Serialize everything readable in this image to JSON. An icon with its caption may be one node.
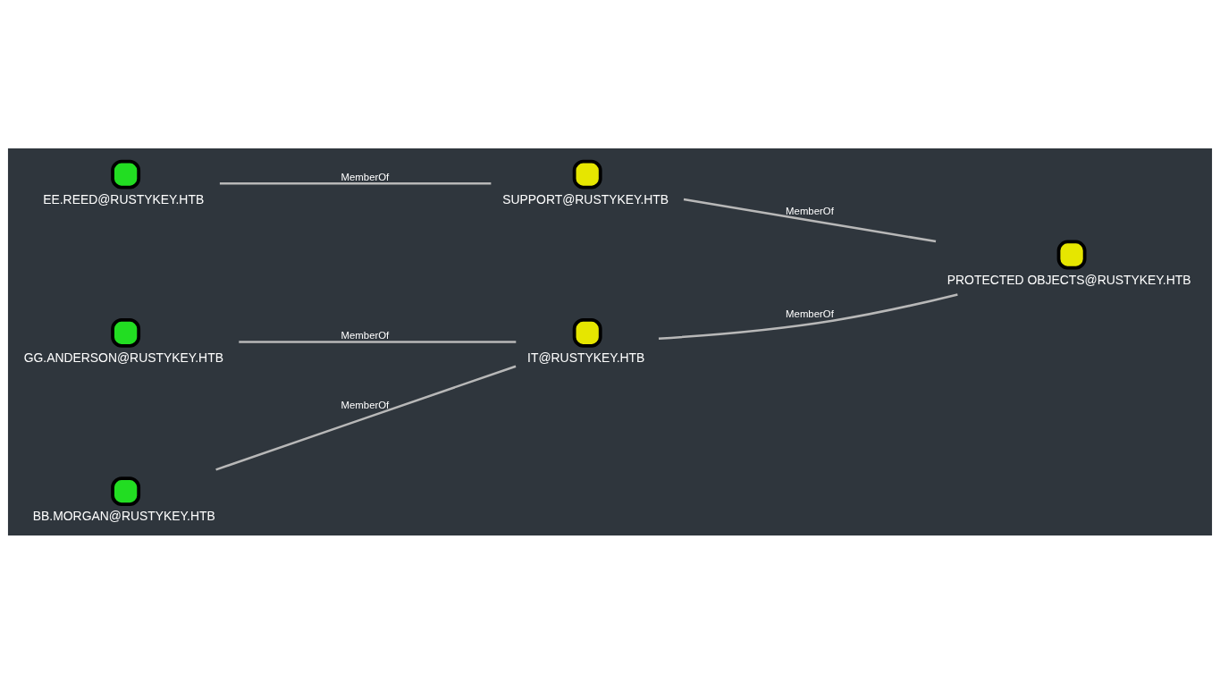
{
  "diagram": {
    "nodes": [
      {
        "text": [
          "EE.REED@RUSTYKEY.HTB"
        ]
      },
      {
        "text": [
          "SUPPORT@RUSTYKEY.HTB"
        ]
      },
      {
        "text": [
          "GG.ANDERSON@RUSTYKEY.HTB"
        ]
      },
      {
        "text": [
          "PROTECTED OBJECTS@RUSTYKEY.HTB"
        ]
      },
      {
        "text": [
          "IT@RUSTYKEY.HTB"
        ]
      },
      {
        "text": [
          "BB.MORGAN@RUSTYKEY.HTB"
        ]
      }
    ],
    "edges": [
      {
        "from": 0,
        "to": 1,
        "arrow": "none",
        "label": "MemberOf"
      },
      {
        "from": 1,
        "to": 3,
        "arrow": "none",
        "label": "MemberOf"
      },
      {
        "from": 2,
        "to": 4,
        "arrow": "none",
        "label": "MemberOf"
      },
      {
        "from": 4,
        "to": 3,
        "arrow": "none",
        "label": "MemberOf"
      },
      {
        "from": 5,
        "to": 4,
        "arrow": "none",
        "label": "MemberOf"
      }
    ]
  }
}
